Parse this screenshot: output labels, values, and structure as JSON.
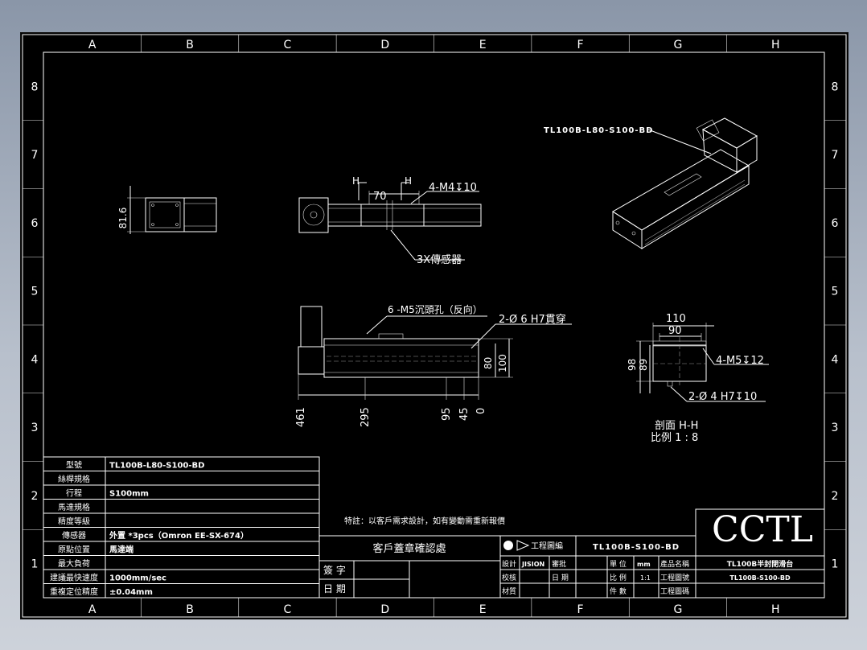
{
  "columns": [
    "A",
    "B",
    "C",
    "D",
    "E",
    "F",
    "G",
    "H"
  ],
  "rows": [
    "8",
    "7",
    "6",
    "5",
    "4",
    "3",
    "2",
    "1"
  ],
  "iso_label": "TL100B-L80-S100-BD",
  "top_view": {
    "dim_h_left": "H",
    "dim_h_right": "H",
    "dim_70": "70",
    "hole_callout": "4-M4↧10",
    "sensor_callout": "3X傳感器"
  },
  "side_view": {
    "dim_81_6": "81.6"
  },
  "front_view": {
    "countersink_callout": "6 -M5沉頭孔（反向）",
    "pin_callout": "2-Ø 6  H7貫穿",
    "dim_80": "80",
    "dim_100": "100",
    "dim_461": "461",
    "dim_295": "295",
    "dim_95": "95",
    "dim_45": "45",
    "dim_0": "0"
  },
  "section_view": {
    "dim_110": "110",
    "dim_90": "90",
    "dim_98": "98",
    "dim_89": "89",
    "hole_callout": "4-M5↧12",
    "pin_callout": "2-Ø 4  H7↧10",
    "section_label": "剖面  H-H",
    "scale_label": "比例  1 : 8"
  },
  "spec_table": [
    {
      "label": "型號",
      "value": "TL100B-L80-S100-BD"
    },
    {
      "label": "絲桿規格",
      "value": ""
    },
    {
      "label": "行程",
      "value": "S100mm"
    },
    {
      "label": "馬達規格",
      "value": ""
    },
    {
      "label": "精度等級",
      "value": ""
    },
    {
      "label": "傳感器",
      "value": "外置 *3pcs（Omron EE-SX-674）"
    },
    {
      "label": "原點位置",
      "value": "馬達端"
    },
    {
      "label": "最大負荷",
      "value": ""
    },
    {
      "label": "建議最快速度",
      "value": "1000mm/sec"
    },
    {
      "label": "重複定位精度",
      "value": "±0.04mm"
    }
  ],
  "note": "特註：以客戶需求設計，如有變動需重新報價",
  "confirm": {
    "title": "客戶蓋章確認處",
    "sign_label": "簽 字",
    "date_label": "日 期"
  },
  "title_block": {
    "projection_label": "工程圖編",
    "drawing_no": "TL100B-S100-BD",
    "design_label": "設計",
    "designer": "JISION",
    "review_label": "審批",
    "unit_label": "單 位",
    "unit_value": "mm",
    "product_name_label": "產品名稱",
    "check_label": "校核",
    "date_label": "日 期",
    "scale_label": "比 例",
    "scale_value": "1:1",
    "drawing_label": "工程圖號",
    "material_label": "材質",
    "qty_label": "件 數",
    "code_label": "工程圖碼"
  },
  "logo": {
    "text": "CCTL",
    "product_name": "TL100B半封閉滑台",
    "product_code": "TL100B-S100-BD"
  }
}
